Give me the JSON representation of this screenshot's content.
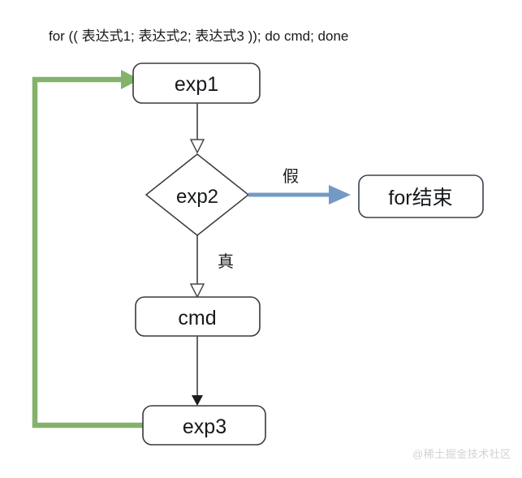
{
  "diagram": {
    "title": "for (( 表达式1; 表达式2; 表达式3 )); do cmd; done",
    "watermark": "@稀土掘金技术社区",
    "nodes": {
      "exp1": {
        "label": "exp1",
        "shape": "rounded-rect"
      },
      "exp2": {
        "label": "exp2",
        "shape": "diamond"
      },
      "cmd": {
        "label": "cmd",
        "shape": "rounded-rect"
      },
      "exp3": {
        "label": "exp3",
        "shape": "rounded-rect"
      },
      "for_end": {
        "label": "for结束",
        "shape": "rounded-rect"
      }
    },
    "edges": {
      "exp1_to_exp2": {
        "label": ""
      },
      "exp2_false": {
        "label": "假"
      },
      "exp2_true": {
        "label": "真"
      },
      "cmd_to_exp3": {
        "label": ""
      },
      "exp3_loop_back": {
        "label": ""
      }
    },
    "colors": {
      "loop_green": "#84b26a",
      "false_blue": "#7399c6",
      "node_stroke": "#3a3a3a",
      "edge_stroke": "#4a4a4a",
      "text": "#16191c",
      "watermark": "#d2d2d2",
      "background": "#ffffff"
    }
  }
}
